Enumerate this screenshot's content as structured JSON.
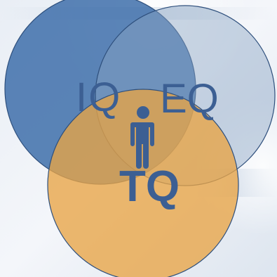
{
  "diagram": {
    "type": "venn",
    "sets": [
      {
        "label": "IQ",
        "color": "#3e6faa"
      },
      {
        "label": "EQ",
        "color": "#8aa4c4"
      },
      {
        "label": "TQ",
        "color": "#e8a445"
      }
    ],
    "center_icon": "person-icon",
    "label_color": "#3c5f93"
  }
}
